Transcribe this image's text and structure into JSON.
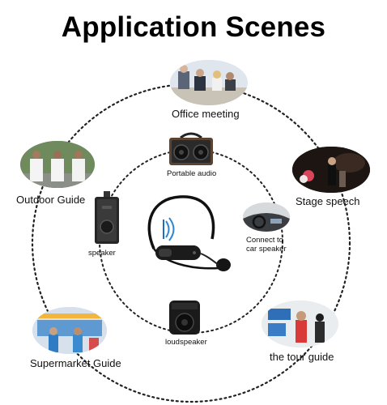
{
  "title": "Application Scenes",
  "outer_scenes": {
    "office": "Office meeting",
    "stage": "Stage speech",
    "outdoor": "Outdoor Guide",
    "supermarket": "Supermarket Guide",
    "tour": "the tour guide"
  },
  "devices": {
    "portable": "Portable audio",
    "car_line1": "Connect to",
    "car_line2": "car speaker",
    "speaker": "speaker",
    "loudspeaker": "loudspeaker"
  },
  "icons": {
    "office": "office-meeting-photo-icon",
    "stage": "stage-speech-photo-icon",
    "outdoor": "outdoor-guide-photo-icon",
    "supermarket": "supermarket-photo-icon",
    "tour": "tour-guide-photo-icon",
    "headset": "headset-microphone-icon",
    "portable": "portable-audio-speaker-icon",
    "car": "car-dashboard-icon",
    "speaker": "tower-speaker-icon",
    "loudspeaker": "loudspeaker-icon"
  }
}
